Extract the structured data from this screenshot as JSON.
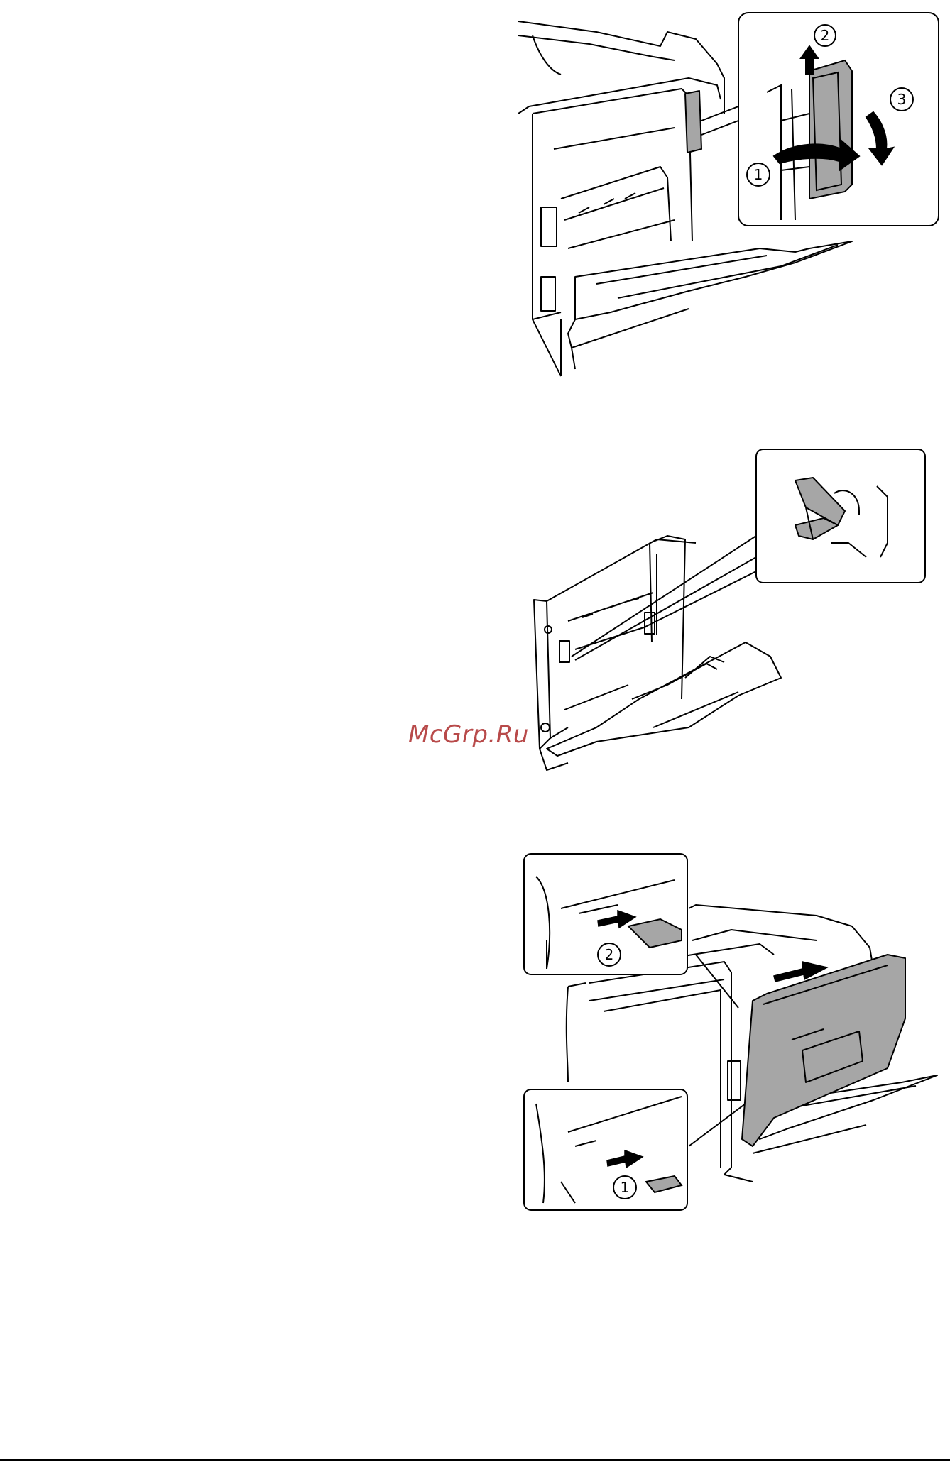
{
  "figures": [
    {
      "id": "fig1",
      "callouts": [
        "①",
        "②",
        "③"
      ]
    },
    {
      "id": "fig2",
      "callouts": []
    },
    {
      "id": "fig3",
      "callouts": [
        "②",
        "①"
      ]
    }
  ],
  "watermark": {
    "text": "McGrp.Ru"
  },
  "colors": {
    "line": "#000000",
    "shade": "#a6a6a6",
    "watermark": "#b84a4a"
  }
}
